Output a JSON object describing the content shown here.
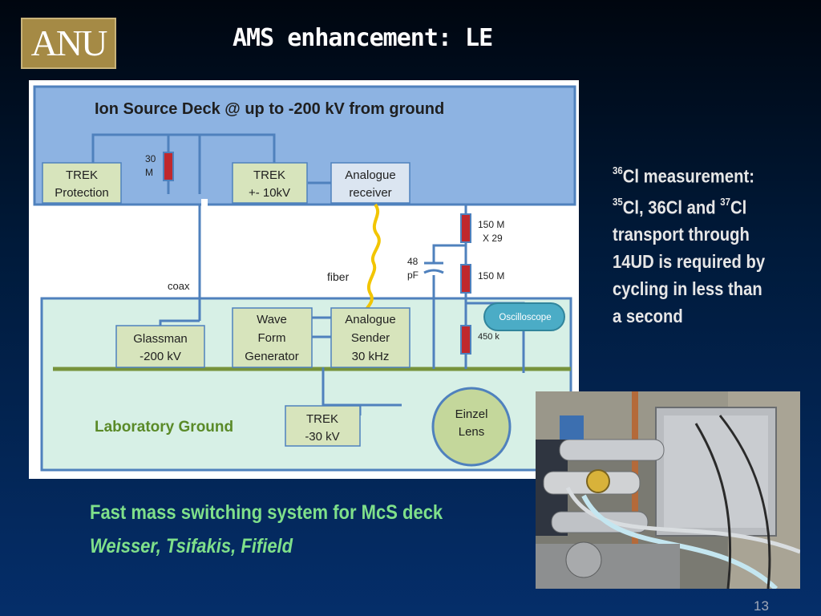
{
  "slide": {
    "logo_text": "ANU",
    "title": "AMS enhancement: LE",
    "page_number": "13"
  },
  "diagram": {
    "deck_title": "Ion Source Deck @ up to -200 kV from ground",
    "trek_protection": [
      "TREK",
      "Protection"
    ],
    "resistor_30m": [
      "30",
      "M"
    ],
    "trek_10kv": [
      "TREK",
      "+- 10kV"
    ],
    "analogue_receiver": [
      "Analogue",
      "receiver"
    ],
    "r_150m_x29": [
      "150 M",
      "X 29"
    ],
    "cap_48pf": [
      "48",
      "pF"
    ],
    "r_150m": "150 M",
    "fiber": "fiber",
    "coax": "coax",
    "oscilloscope": "Oscilloscope",
    "r_450k": "450 k",
    "glassman": [
      "Glassman",
      "-200 kV"
    ],
    "wave_form": [
      "Wave",
      "Form",
      "Generator"
    ],
    "analogue_sender": [
      "Analogue",
      "Sender",
      "30 kHz"
    ],
    "lab_ground": "Laboratory Ground",
    "trek_30kv": [
      "TREK",
      "-30 kV"
    ],
    "einzel": [
      "Einzel",
      "Lens"
    ]
  },
  "side": {
    "line1_sup": "36",
    "line1": "Cl measurement:",
    "line2_sup_a": "35",
    "line2_a": "Cl, 36Cl and ",
    "line2_sup_b": "37",
    "line2_b": "Cl",
    "line3": "transport through",
    "line4": "14UD is required by",
    "line5": "cycling in less than",
    "line6": "a second"
  },
  "caption": {
    "line1": "Fast mass switching system for McS deck",
    "line2": "Weisser, Tsifakis, Fifield"
  },
  "colors": {
    "deck_fill": "#8db3e2",
    "deck_border": "#4f81bd",
    "lab_fill": "#d7f0e6",
    "box_fill": "#d7e4bc",
    "caption": "#7fe08a"
  }
}
